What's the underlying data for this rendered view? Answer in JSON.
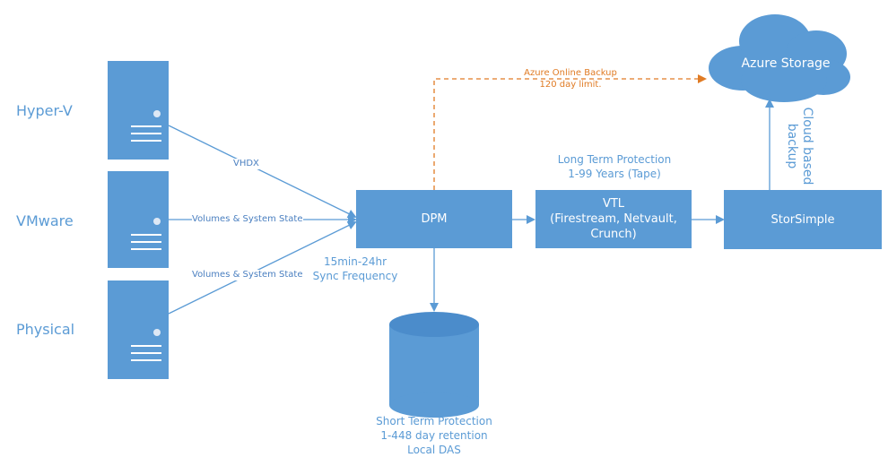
{
  "sources": {
    "hyperv": "Hyper-V",
    "vmware": "VMware",
    "physical": "Physical"
  },
  "edges": {
    "vhdx": "VHDX",
    "volumes_1": "Volumes & System State",
    "volumes_2": "Volumes & System State"
  },
  "dpm": {
    "label": "DPM",
    "sync_line1": "15min-24hr",
    "sync_line2": "Sync Frequency"
  },
  "azure_backup": {
    "line1": "Azure Online Backup",
    "line2": "120 day limit."
  },
  "azure_storage": "Azure Storage",
  "vtl": {
    "line1": "VTL",
    "line2": "(Firestream, Netvault,",
    "line3": "Crunch)",
    "caption_line1": "Long Term Protection",
    "caption_line2": "1-99 Years (Tape)"
  },
  "storsimple": "StorSimple",
  "cloud_backup": {
    "line1": "Cloud based",
    "line2": "backup"
  },
  "das": {
    "line1": "Short Term Protection",
    "line2": "1-448 day retention",
    "line3": "Local DAS"
  },
  "colors": {
    "primary": "#5b9bd5",
    "accent_orange": "#e07b24",
    "background": "#ffffff"
  },
  "icons": [
    "server-icon",
    "cylinder-icon",
    "cloud-icon",
    "arrow-icon"
  ]
}
